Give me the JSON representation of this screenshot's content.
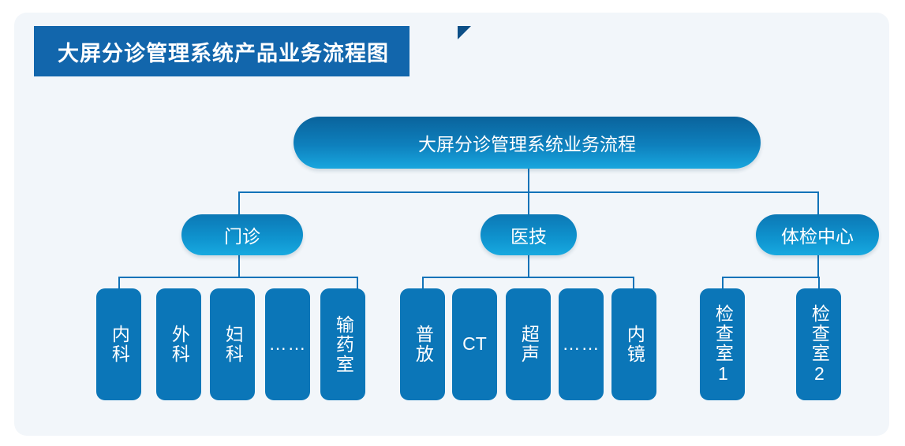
{
  "banner": {
    "title": "大屏分诊管理系统产品业务流程图"
  },
  "colors": {
    "card_background": "#f2f6fa",
    "banner": "#1266ac",
    "banner_fold": "#0d4f87",
    "line": "#1273b8",
    "leaf_fill": "#0b76b8",
    "root_gradient_top": "#0a639c",
    "root_gradient_bottom": "#18a6de",
    "branch_gradient_top": "#0c78b5",
    "branch_gradient_bottom": "#18a9e0",
    "text": "#ffffff"
  },
  "diagram": {
    "type": "tree",
    "root": {
      "label": "大屏分诊管理系统业务流程"
    },
    "branches": [
      {
        "label": "门诊",
        "children": [
          {
            "label": "内科",
            "orientation": "vertical"
          },
          {
            "label": "外科",
            "orientation": "vertical"
          },
          {
            "label": "妇科",
            "orientation": "vertical"
          },
          {
            "label": "……",
            "orientation": "dots"
          },
          {
            "label": "输药室",
            "orientation": "vertical"
          }
        ]
      },
      {
        "label": "医技",
        "children": [
          {
            "label": "普放",
            "orientation": "vertical"
          },
          {
            "label": "CT",
            "orientation": "horizontal"
          },
          {
            "label": "超声",
            "orientation": "vertical"
          },
          {
            "label": "……",
            "orientation": "dots"
          },
          {
            "label": "内镜",
            "orientation": "vertical"
          }
        ]
      },
      {
        "label": "体检中心",
        "children": [
          {
            "label": "检查室1",
            "orientation": "vertical"
          },
          {
            "label": "检查室2",
            "orientation": "vertical"
          }
        ]
      }
    ]
  }
}
